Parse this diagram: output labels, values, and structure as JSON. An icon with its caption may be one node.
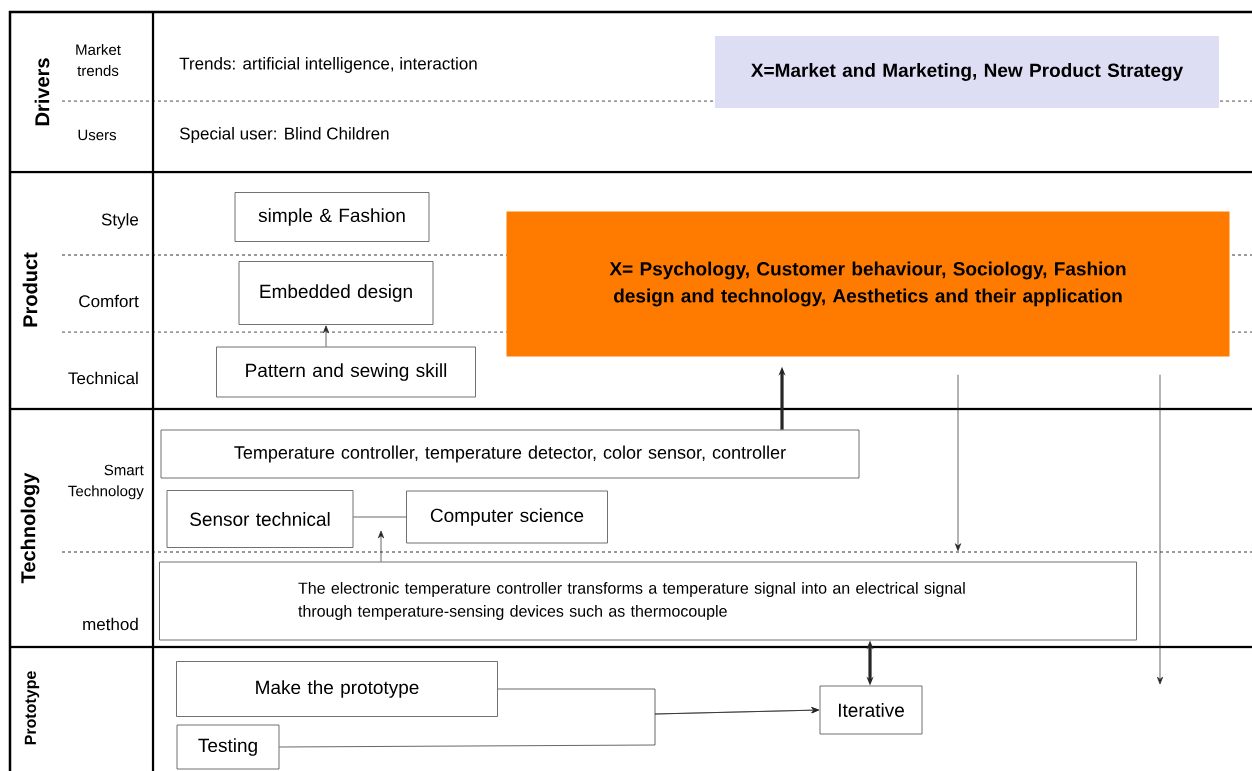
{
  "diagram": {
    "nodes": [
      {
        "text": [
          "X=Market and Marketing, New Product Strategy"
        ]
      },
      {
        "text": [
          "simple & Fashion"
        ]
      },
      {
        "text": [
          "Embedded design"
        ]
      },
      {
        "text": [
          "Pattern and sewing skill"
        ]
      },
      {
        "text": [
          "X= Psychology, Customer behaviour, Sociology, Fashion design and technology,  Aesthetics and their application"
        ]
      },
      {
        "text": [
          "Temperature controller, temperature detector, color sensor, controller"
        ]
      },
      {
        "text": [
          "Sensor technical"
        ]
      },
      {
        "text": [
          "Computer science"
        ]
      },
      {
        "text": [
          "The electronic temperature controller transforms a temperature signal into an electrical signal through temperature-sensing devices such as thermocouple"
        ]
      },
      {
        "text": [
          "Make the prototype"
        ]
      },
      {
        "text": [
          "Testing"
        ]
      },
      {
        "text": [
          "Iterative"
        ]
      }
    ],
    "edges": [
      {
        "from": 3,
        "to": 2,
        "arrow": "to"
      },
      {
        "from": 5,
        "to": 4,
        "arrow": "to",
        "style": "thick"
      },
      {
        "from": 4,
        "to": 8,
        "arrow": "to"
      },
      {
        "from": 4,
        "to": null,
        "arrow": "to"
      },
      {
        "from": 6,
        "to": 7,
        "arrow": "none"
      },
      {
        "from": 8,
        "to": null,
        "arrow": "to"
      },
      {
        "from": 8,
        "to": 11,
        "arrow": "both",
        "style": "thick"
      },
      {
        "from": 9,
        "to": 11,
        "arrow": "to"
      },
      {
        "from": 10,
        "to": 11,
        "arrow": "to"
      }
    ],
    "labels": [
      "Drivers",
      "Market trends",
      "Trends: artificial intelligence, interaction",
      "Users",
      "Special user:  Blind Children",
      "Product",
      "Style",
      "Comfort",
      "Technical",
      "Technology",
      "Smart Technology",
      "method",
      "Prototype"
    ]
  }
}
